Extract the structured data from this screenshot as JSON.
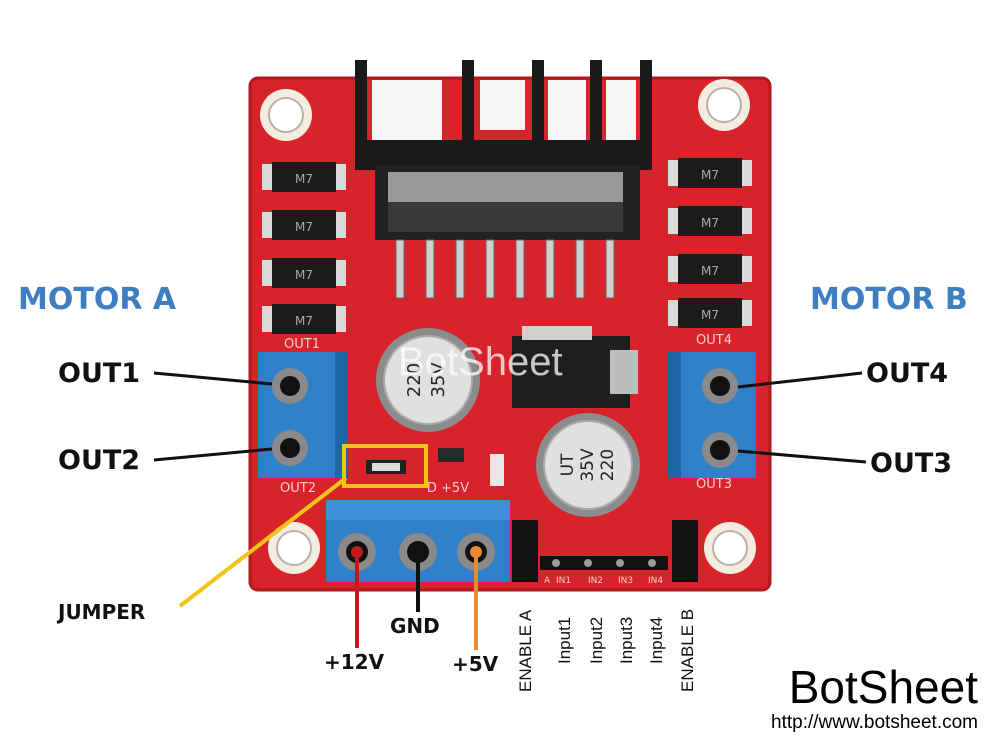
{
  "labels": {
    "motor_a": "MOTOR A",
    "motor_b": "MOTOR B",
    "out1": "OUT1",
    "out2": "OUT2",
    "out3": "OUT3",
    "out4": "OUT4",
    "jumper": "JUMPER",
    "v12": "+12V",
    "gnd": "GND",
    "v5": "+5V",
    "enable_a": "ENABLE A",
    "input1": "Input1",
    "input2": "Input2",
    "input3": "Input3",
    "input4": "Input4",
    "enable_b": "ENABLE B"
  },
  "board_silkscreen": {
    "out1": "OUT1",
    "out2": "OUT2",
    "out3": "OUT3",
    "out4": "OUT4",
    "diode": "M7",
    "cap_value": "220",
    "cap_voltage": "35V",
    "cap_series": "UT",
    "gnd_5v": "D +5V",
    "pin_a": "A",
    "in1": "IN1",
    "in2": "IN2",
    "in3": "IN3",
    "in4": "IN4"
  },
  "watermark": "BotSheet",
  "brand": {
    "name": "BotSheet",
    "url": "http://www.botsheet.com"
  },
  "colors": {
    "board": "#d8232a",
    "terminal": "#2f80c9",
    "motor_label": "#3f7fc1",
    "jumper_highlight": "#f3c316",
    "v12_wire": "#c0191e",
    "v5_wire": "#e88a2e",
    "gnd_wire": "#111111"
  }
}
